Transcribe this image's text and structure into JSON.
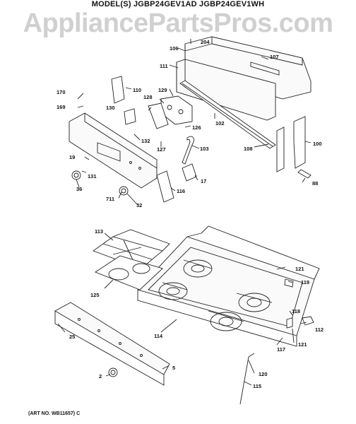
{
  "header": {
    "model_text": "MODEL(S) JGBP24GEV1AD  JGBP24GEV1WH",
    "watermark": "AppliancePartsPros.com"
  },
  "callouts": {
    "p204": "204",
    "p106": "106",
    "p107": "107",
    "p111": "111",
    "p170": "170",
    "p169": "169",
    "p110": "110",
    "p128": "128",
    "p129": "129",
    "p130": "130",
    "p102": "102",
    "p126": "126",
    "p132": "132",
    "p127": "127",
    "p103": "103",
    "p108": "108",
    "p100": "100",
    "p19": "19",
    "p131": "131",
    "p36": "36",
    "p711": "711",
    "p32": "32",
    "p116": "116",
    "p17": "17",
    "p88": "88",
    "p113": "113",
    "p125": "125",
    "p121a": "121",
    "p119": "119",
    "p114": "114",
    "p118": "118",
    "p112": "112",
    "p121b": "121",
    "p117": "117",
    "p25": "25",
    "p5": "5",
    "p2": "2",
    "p120": "120",
    "p115": "115"
  },
  "footer": {
    "art_no": "(ART NO. WB11657) C"
  }
}
